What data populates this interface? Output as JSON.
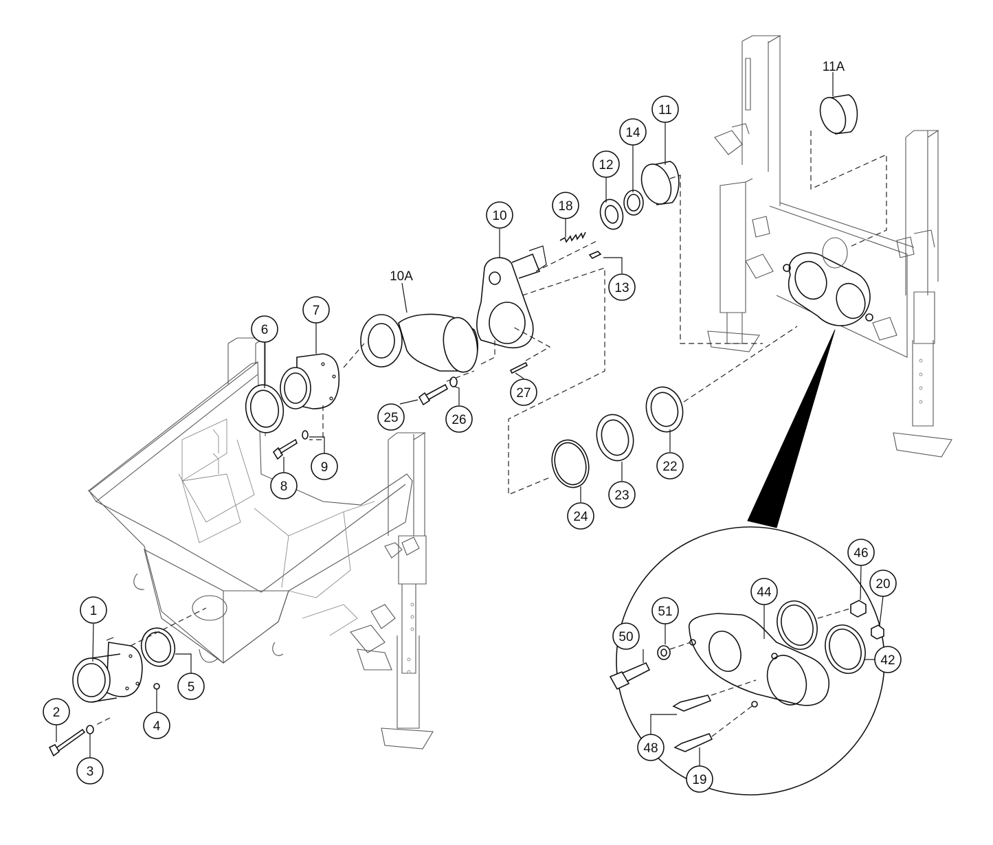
{
  "diagram": {
    "type": "exploded-parts-diagram",
    "part_numbers": [
      "1",
      "2",
      "3",
      "4",
      "5",
      "6",
      "7",
      "8",
      "9",
      "10",
      "10A",
      "11",
      "11A",
      "12",
      "13",
      "14",
      "18",
      "19",
      "20",
      "22",
      "23",
      "24",
      "25",
      "26",
      "27",
      "42",
      "44",
      "46",
      "48",
      "50",
      "51"
    ]
  }
}
